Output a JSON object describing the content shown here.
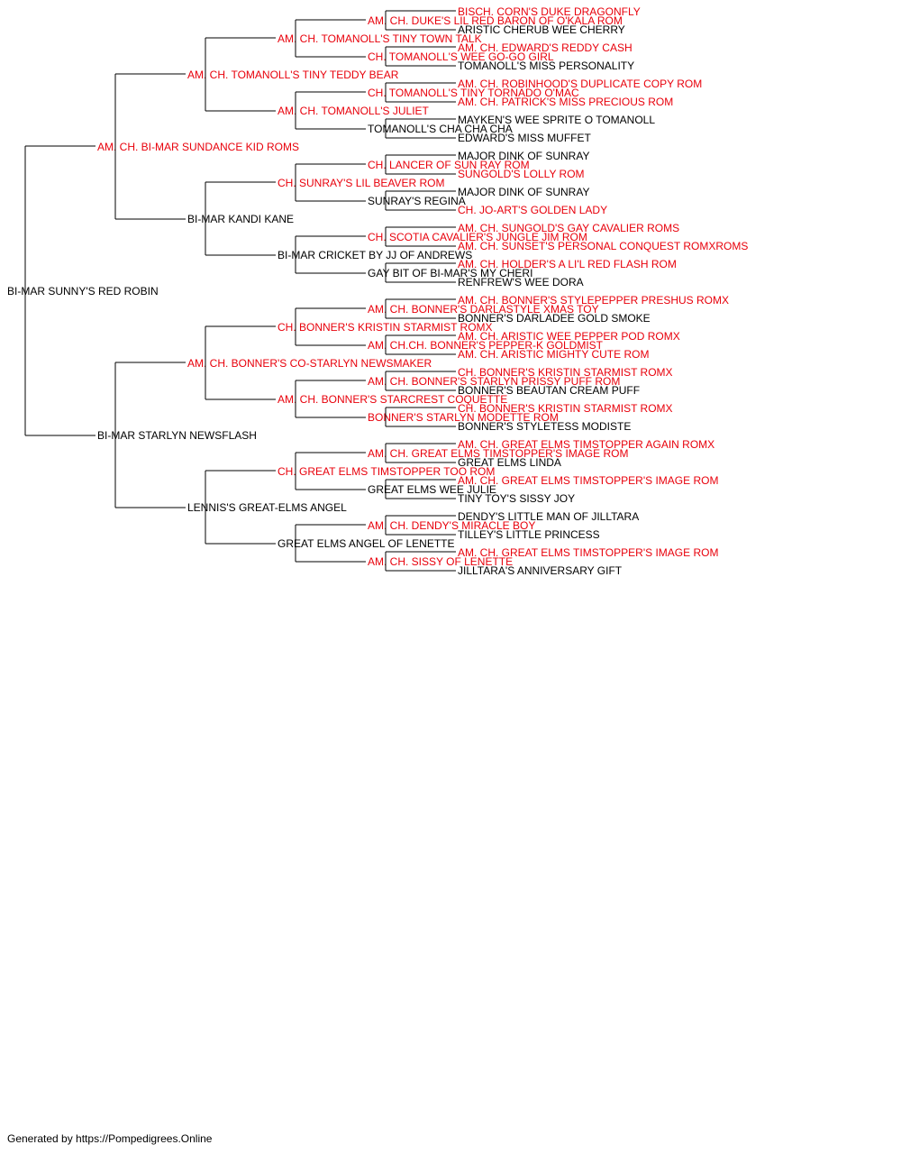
{
  "colors": {
    "champion": "#e8000b",
    "normal": "#000000",
    "line": "#000000"
  },
  "footer": "Generated by https://Pompedigrees.Online",
  "pedigree": {
    "name": "BI-MAR SUNNY'S RED ROBIN",
    "champion": false,
    "sire": {
      "name": "AM. CH. BI-MAR SUNDANCE KID ROMS",
      "champion": true,
      "sire": {
        "name": "AM. CH. TOMANOLL'S TINY TEDDY BEAR",
        "champion": true,
        "sire": {
          "name": "AM. CH. TOMANOLL'S TINY TOWN TALK",
          "champion": true,
          "sire": {
            "name": "AM. CH. DUKE'S LIL RED BARON OF O'KALA ROM",
            "champion": true,
            "sire": {
              "name": "BISCH. CORN'S DUKE DRAGONFLY",
              "champion": true
            },
            "dam": {
              "name": "ARISTIC CHERUB WEE CHERRY",
              "champion": false
            }
          },
          "dam": {
            "name": "CH. TOMANOLL'S WEE GO-GO GIRL",
            "champion": true,
            "sire": {
              "name": "AM. CH. EDWARD'S REDDY CASH",
              "champion": true
            },
            "dam": {
              "name": "TOMANOLL'S MISS PERSONALITY",
              "champion": false
            }
          }
        },
        "dam": {
          "name": "AM. CH. TOMANOLL'S JULIET",
          "champion": true,
          "sire": {
            "name": "CH. TOMANOLL'S TINY TORNADO O'MAC",
            "champion": true,
            "sire": {
              "name": "AM. CH. ROBINHOOD'S DUPLICATE COPY ROM",
              "champion": true
            },
            "dam": {
              "name": "AM. CH. PATRICK'S MISS PRECIOUS ROM",
              "champion": true
            }
          },
          "dam": {
            "name": "TOMANOLL'S CHA CHA CHA",
            "champion": false,
            "sire": {
              "name": "MAYKEN'S WEE SPRITE O TOMANOLL",
              "champion": false
            },
            "dam": {
              "name": "EDWARD'S MISS MUFFET",
              "champion": false
            }
          }
        }
      },
      "dam": {
        "name": "BI-MAR KANDI KANE",
        "champion": false,
        "sire": {
          "name": "CH. SUNRAY'S LIL BEAVER ROM",
          "champion": true,
          "sire": {
            "name": "CH. LANCER OF SUN RAY ROM",
            "champion": true,
            "sire": {
              "name": "MAJOR DINK OF SUNRAY",
              "champion": false
            },
            "dam": {
              "name": "SUNGOLD'S LOLLY ROM",
              "champion": true
            }
          },
          "dam": {
            "name": "SUNRAY'S REGINA",
            "champion": false,
            "sire": {
              "name": "MAJOR DINK OF SUNRAY",
              "champion": false
            },
            "dam": {
              "name": "CH. JO-ART'S GOLDEN LADY",
              "champion": true
            }
          }
        },
        "dam": {
          "name": "BI-MAR CRICKET BY JJ OF ANDREWS",
          "champion": false,
          "sire": {
            "name": "CH. SCOTIA CAVALIER'S JUNGLE JIM ROM",
            "champion": true,
            "sire": {
              "name": "AM. CH. SUNGOLD'S GAY CAVALIER ROMS",
              "champion": true
            },
            "dam": {
              "name": "AM. CH. SUNSET'S PERSONAL CONQUEST ROMXROMS",
              "champion": true
            }
          },
          "dam": {
            "name": "GAY BIT OF BI-MAR'S MY CHERI",
            "champion": false,
            "sire": {
              "name": "AM. CH. HOLDER'S A LI'L RED FLASH ROM",
              "champion": true
            },
            "dam": {
              "name": "RENFREW'S WEE DORA",
              "champion": false
            }
          }
        }
      }
    },
    "dam": {
      "name": "BI-MAR STARLYN NEWSFLASH",
      "champion": false,
      "sire": {
        "name": "AM. CH. BONNER'S CO-STARLYN NEWSMAKER",
        "champion": true,
        "sire": {
          "name": "CH. BONNER'S KRISTIN STARMIST ROMX",
          "champion": true,
          "sire": {
            "name": "AM. CH. BONNER'S DARLASTYLE XMAS TOY",
            "champion": true,
            "sire": {
              "name": "AM. CH. BONNER'S STYLEPEPPER PRESHUS ROMX",
              "champion": true
            },
            "dam": {
              "name": "BONNER'S DARLADEE GOLD SMOKE",
              "champion": false
            }
          },
          "dam": {
            "name": "AM. CH.CH. BONNER'S PEPPER-K GOLDMIST",
            "champion": true,
            "sire": {
              "name": "AM. CH. ARISTIC WEE PEPPER POD ROMX",
              "champion": true
            },
            "dam": {
              "name": "AM. CH. ARISTIC MIGHTY CUTE ROM",
              "champion": true
            }
          }
        },
        "dam": {
          "name": "AM. CH. BONNER'S STARCREST COQUETTE",
          "champion": true,
          "sire": {
            "name": "AM. CH. BONNER'S STARLYN PRISSY PUFF ROM",
            "champion": true,
            "sire": {
              "name": "CH. BONNER'S KRISTIN STARMIST ROMX",
              "champion": true
            },
            "dam": {
              "name": "BONNER'S BEAUTAN CREAM PUFF",
              "champion": false
            }
          },
          "dam": {
            "name": "BONNER'S STARLYN MODETTE ROM",
            "champion": true,
            "sire": {
              "name": "CH. BONNER'S KRISTIN STARMIST ROMX",
              "champion": true
            },
            "dam": {
              "name": "BONNER'S STYLETESS MODISTE",
              "champion": false
            }
          }
        }
      },
      "dam": {
        "name": "LENNIS'S GREAT-ELMS ANGEL",
        "champion": false,
        "sire": {
          "name": "CH. GREAT ELMS TIMSTOPPER TOO ROM",
          "champion": true,
          "sire": {
            "name": "AM. CH. GREAT ELMS TIMSTOPPER'S IMAGE ROM",
            "champion": true,
            "sire": {
              "name": "AM. CH. GREAT ELMS TIMSTOPPER AGAIN ROMX",
              "champion": true
            },
            "dam": {
              "name": "GREAT ELMS LINDA",
              "champion": false
            }
          },
          "dam": {
            "name": "GREAT ELMS WEE JULIE",
            "champion": false,
            "sire": {
              "name": "AM. CH. GREAT ELMS TIMSTOPPER'S IMAGE ROM",
              "champion": true
            },
            "dam": {
              "name": "TINY TOY'S SISSY JOY",
              "champion": false
            }
          }
        },
        "dam": {
          "name": "GREAT ELMS ANGEL OF LENETTE",
          "champion": false,
          "sire": {
            "name": "AM. CH. DENDY'S MIRACLE BOY",
            "champion": true,
            "sire": {
              "name": "DENDY'S LITTLE MAN OF JILLTARA",
              "champion": false
            },
            "dam": {
              "name": "TILLEY'S LITTLE PRINCESS",
              "champion": false
            }
          },
          "dam": {
            "name": "AM. CH. SISSY OF LENETTE",
            "champion": true,
            "sire": {
              "name": "AM. CH. GREAT ELMS TIMSTOPPER'S IMAGE ROM",
              "champion": true
            },
            "dam": {
              "name": "JILLTARA'S ANNIVERSARY GIFT",
              "champion": false
            }
          }
        }
      }
    }
  }
}
